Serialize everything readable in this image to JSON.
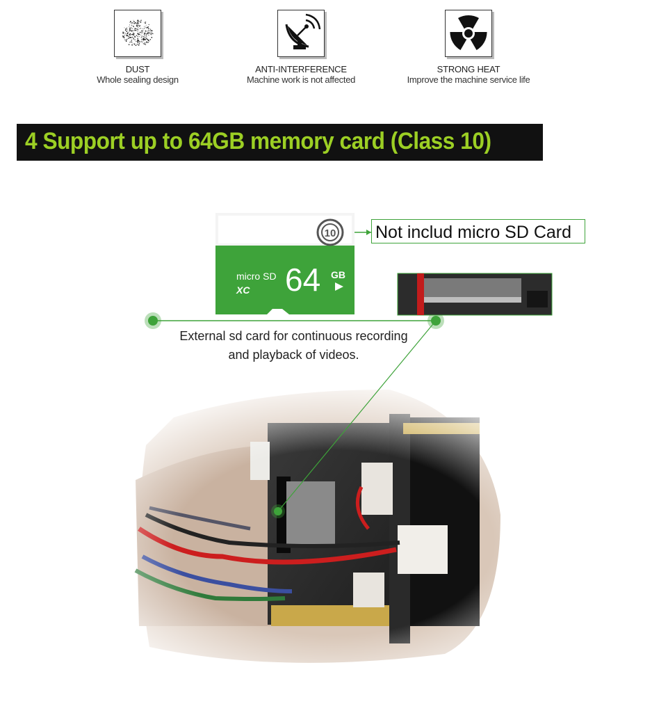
{
  "features": [
    {
      "icon": "dust-icon",
      "title": "DUST",
      "subtitle": "Whole sealing design"
    },
    {
      "icon": "satellite-dish-icon",
      "title": "ANTI-INTERFERENCE",
      "subtitle": "Machine work is not affected"
    },
    {
      "icon": "radiation-icon",
      "title": "STRONG HEAT",
      "subtitle": "Improve the machine service life"
    }
  ],
  "banner": {
    "text": "4  Support up to 64GB memory card (Class 10)",
    "bg_color": "#111111",
    "text_color": "#9ccf24"
  },
  "sd_card": {
    "brand": "micro SD",
    "type": "XC",
    "capacity": "64",
    "unit": "GB",
    "class": "10",
    "color": "#3ea33a"
  },
  "callout": {
    "label": "Not includ micro SD Card",
    "description_line1": "External sd card for continuous recording",
    "description_line2": "and playback of videos."
  },
  "photos": [
    {
      "icon": "sd-slot-closeup-photo"
    },
    {
      "icon": "camera-board-photo"
    }
  ]
}
